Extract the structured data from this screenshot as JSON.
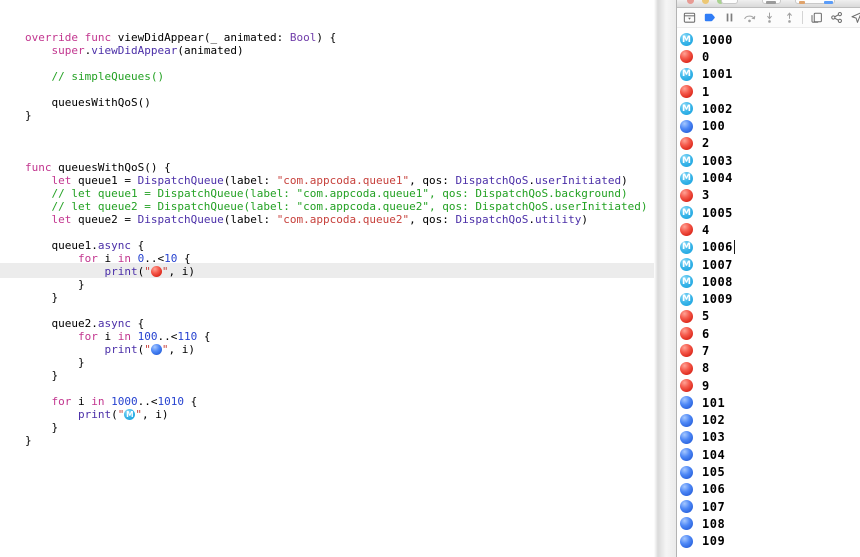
{
  "colors": {
    "keyword": "#C2368F",
    "type": "#4B2FA8",
    "type2": "#703DAA",
    "string": "#C7413C",
    "number": "#2743D0",
    "comment": "#23A123",
    "plain": "#000000",
    "breakpoint_blue": "#2F7CF6",
    "highlight_line_bg": "#ECECEC",
    "emoji_red": "#DF2E21",
    "emoji_blue": "#2B64DD",
    "emoji_m_cyan": "#149FDB"
  },
  "editor": {
    "highlighted_line_index": 18,
    "lines": [
      [
        {
          "c": "k",
          "t": "override"
        },
        {
          "c": "p",
          "t": " "
        },
        {
          "c": "k",
          "t": "func"
        },
        {
          "c": "p",
          "t": " viewDidAppear(_ animated: "
        },
        {
          "c": "t2",
          "t": "Bool"
        },
        {
          "c": "p",
          "t": ") {"
        }
      ],
      [
        {
          "c": "p",
          "t": "    "
        },
        {
          "c": "k",
          "t": "super"
        },
        {
          "c": "p",
          "t": "."
        },
        {
          "c": "t",
          "t": "viewDidAppear"
        },
        {
          "c": "p",
          "t": "(animated)"
        }
      ],
      [],
      [
        {
          "c": "c",
          "t": "    // simpleQueues()"
        }
      ],
      [],
      [
        {
          "c": "p",
          "t": "    queuesWithQoS()"
        }
      ],
      [
        {
          "c": "p",
          "t": "}"
        }
      ],
      [],
      [],
      [],
      [
        {
          "c": "k",
          "t": "func"
        },
        {
          "c": "p",
          "t": " queuesWithQoS() {"
        }
      ],
      [
        {
          "c": "p",
          "t": "    "
        },
        {
          "c": "k",
          "t": "let"
        },
        {
          "c": "p",
          "t": " queue1 = "
        },
        {
          "c": "t",
          "t": "DispatchQueue"
        },
        {
          "c": "p",
          "t": "(label: "
        },
        {
          "c": "s",
          "t": "\"com.appcoda.queue1\""
        },
        {
          "c": "p",
          "t": ", qos: "
        },
        {
          "c": "t",
          "t": "DispatchQoS"
        },
        {
          "c": "p",
          "t": "."
        },
        {
          "c": "t",
          "t": "userInitiated"
        },
        {
          "c": "p",
          "t": ")"
        }
      ],
      [
        {
          "c": "c",
          "t": "    // let queue1 = DispatchQueue(label: \"com.appcoda.queue1\", qos: DispatchQoS.background)"
        }
      ],
      [
        {
          "c": "c",
          "t": "    // let queue2 = DispatchQueue(label: \"com.appcoda.queue2\", qos: DispatchQoS.userInitiated)"
        }
      ],
      [
        {
          "c": "p",
          "t": "    "
        },
        {
          "c": "k",
          "t": "let"
        },
        {
          "c": "p",
          "t": " queue2 = "
        },
        {
          "c": "t",
          "t": "DispatchQueue"
        },
        {
          "c": "p",
          "t": "(label: "
        },
        {
          "c": "s",
          "t": "\"com.appcoda.queue2\""
        },
        {
          "c": "p",
          "t": ", qos: "
        },
        {
          "c": "t",
          "t": "DispatchQoS"
        },
        {
          "c": "p",
          "t": "."
        },
        {
          "c": "t",
          "t": "utility"
        },
        {
          "c": "p",
          "t": ")"
        }
      ],
      [],
      [
        {
          "c": "p",
          "t": "    queue1."
        },
        {
          "c": "t",
          "t": "async"
        },
        {
          "c": "p",
          "t": " {"
        }
      ],
      [
        {
          "c": "p",
          "t": "        "
        },
        {
          "c": "k",
          "t": "for"
        },
        {
          "c": "p",
          "t": " i "
        },
        {
          "c": "k",
          "t": "in"
        },
        {
          "c": "p",
          "t": " "
        },
        {
          "c": "n",
          "t": "0"
        },
        {
          "c": "p",
          "t": "..<"
        },
        {
          "c": "n",
          "t": "10"
        },
        {
          "c": "p",
          "t": " {"
        }
      ],
      [
        {
          "c": "p",
          "t": "            "
        },
        {
          "c": "t",
          "t": "print"
        },
        {
          "c": "p",
          "t": "("
        },
        {
          "c": "s",
          "t": "\""
        },
        {
          "e": "red"
        },
        {
          "c": "s",
          "t": "\""
        },
        {
          "c": "p",
          "t": ", i)"
        }
      ],
      [
        {
          "c": "p",
          "t": "        }"
        }
      ],
      [
        {
          "c": "p",
          "t": "    }"
        }
      ],
      [],
      [
        {
          "c": "p",
          "t": "    queue2."
        },
        {
          "c": "t",
          "t": "async"
        },
        {
          "c": "p",
          "t": " {"
        }
      ],
      [
        {
          "c": "p",
          "t": "        "
        },
        {
          "c": "k",
          "t": "for"
        },
        {
          "c": "p",
          "t": " i "
        },
        {
          "c": "k",
          "t": "in"
        },
        {
          "c": "p",
          "t": " "
        },
        {
          "c": "n",
          "t": "100"
        },
        {
          "c": "p",
          "t": "..<"
        },
        {
          "c": "n",
          "t": "110"
        },
        {
          "c": "p",
          "t": " {"
        }
      ],
      [
        {
          "c": "p",
          "t": "            "
        },
        {
          "c": "t",
          "t": "print"
        },
        {
          "c": "p",
          "t": "("
        },
        {
          "c": "s",
          "t": "\""
        },
        {
          "e": "blue"
        },
        {
          "c": "s",
          "t": "\""
        },
        {
          "c": "p",
          "t": ", i)"
        }
      ],
      [
        {
          "c": "p",
          "t": "        }"
        }
      ],
      [
        {
          "c": "p",
          "t": "    }"
        }
      ],
      [],
      [
        {
          "c": "p",
          "t": "    "
        },
        {
          "c": "k",
          "t": "for"
        },
        {
          "c": "p",
          "t": " i "
        },
        {
          "c": "k",
          "t": "in"
        },
        {
          "c": "p",
          "t": " "
        },
        {
          "c": "n",
          "t": "1000"
        },
        {
          "c": "p",
          "t": "..<"
        },
        {
          "c": "n",
          "t": "1010"
        },
        {
          "c": "p",
          "t": " {"
        }
      ],
      [
        {
          "c": "p",
          "t": "        "
        },
        {
          "c": "t",
          "t": "print"
        },
        {
          "c": "p",
          "t": "("
        },
        {
          "c": "s",
          "t": "\""
        },
        {
          "e": "m"
        },
        {
          "c": "s",
          "t": "\""
        },
        {
          "c": "p",
          "t": ", i)"
        }
      ],
      [
        {
          "c": "p",
          "t": "    }"
        }
      ],
      [
        {
          "c": "p",
          "t": "}"
        }
      ]
    ]
  },
  "debugbar": {
    "icons": [
      "hide-debug-area",
      "breakpoints-enabled",
      "pause",
      "step-over",
      "step-into",
      "step-out",
      "separator",
      "debug-view-hierarchy",
      "debug-memory-graph",
      "simulate-location",
      "separator",
      "more"
    ]
  },
  "console": {
    "caret_row": 12,
    "rows": [
      {
        "icon": "m",
        "value": "1000"
      },
      {
        "icon": "red",
        "value": "0"
      },
      {
        "icon": "m",
        "value": "1001"
      },
      {
        "icon": "red",
        "value": "1"
      },
      {
        "icon": "m",
        "value": "1002"
      },
      {
        "icon": "blue",
        "value": "100"
      },
      {
        "icon": "red",
        "value": "2"
      },
      {
        "icon": "m",
        "value": "1003"
      },
      {
        "icon": "m",
        "value": "1004"
      },
      {
        "icon": "red",
        "value": "3"
      },
      {
        "icon": "m",
        "value": "1005"
      },
      {
        "icon": "red",
        "value": "4"
      },
      {
        "icon": "m",
        "value": "1006"
      },
      {
        "icon": "m",
        "value": "1007"
      },
      {
        "icon": "m",
        "value": "1008"
      },
      {
        "icon": "m",
        "value": "1009"
      },
      {
        "icon": "red",
        "value": "5"
      },
      {
        "icon": "red",
        "value": "6"
      },
      {
        "icon": "red",
        "value": "7"
      },
      {
        "icon": "red",
        "value": "8"
      },
      {
        "icon": "red",
        "value": "9"
      },
      {
        "icon": "blue",
        "value": "101"
      },
      {
        "icon": "blue",
        "value": "102"
      },
      {
        "icon": "blue",
        "value": "103"
      },
      {
        "icon": "blue",
        "value": "104"
      },
      {
        "icon": "blue",
        "value": "105"
      },
      {
        "icon": "blue",
        "value": "106"
      },
      {
        "icon": "blue",
        "value": "107"
      },
      {
        "icon": "blue",
        "value": "108"
      },
      {
        "icon": "blue",
        "value": "109"
      }
    ]
  }
}
